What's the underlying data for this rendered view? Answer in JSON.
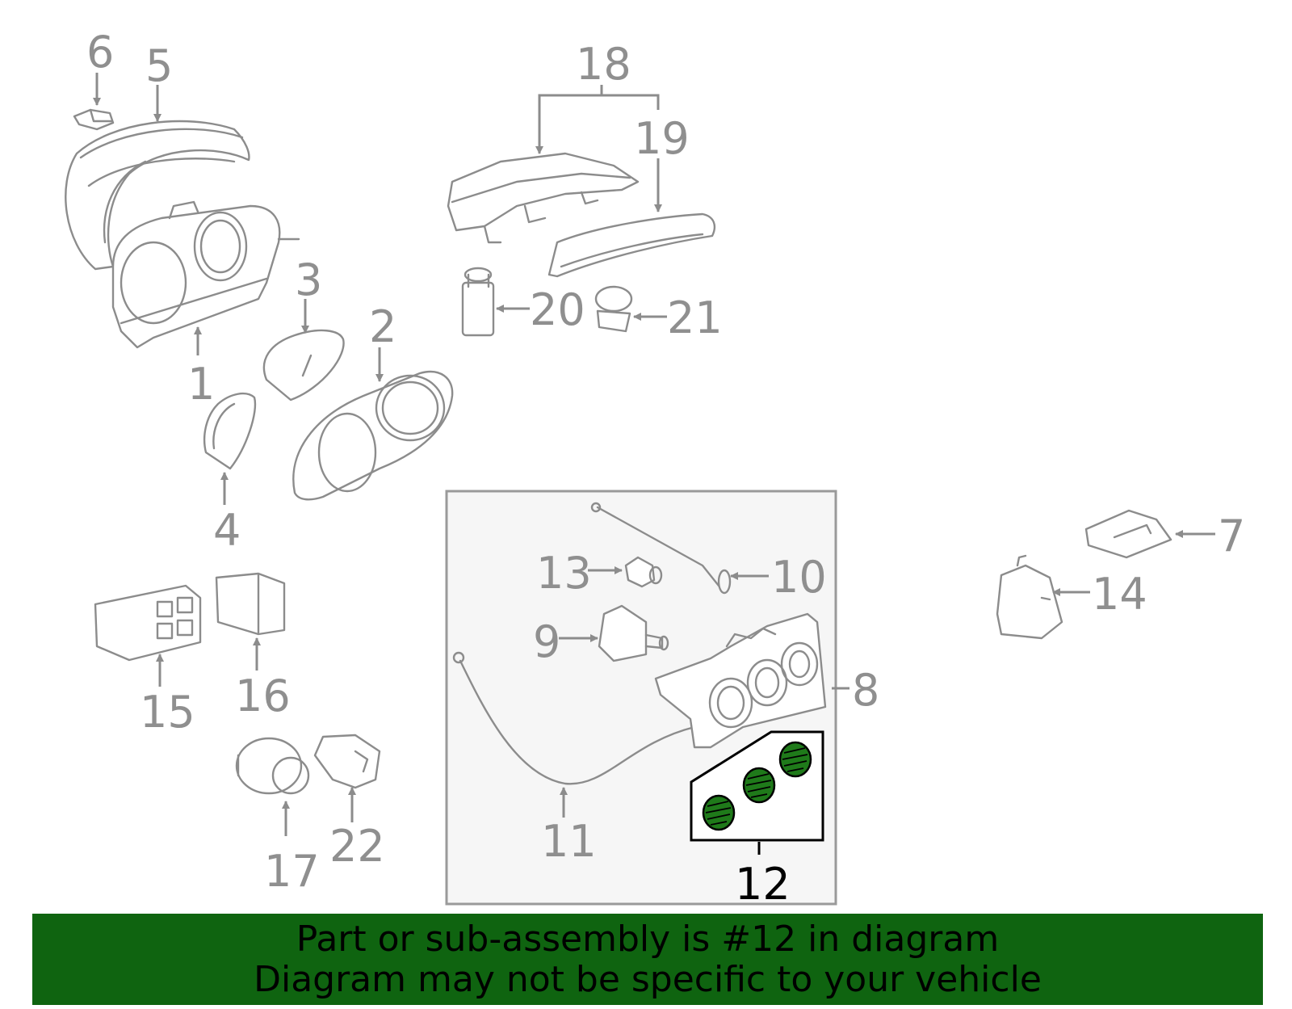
{
  "callouts": {
    "c1": "1",
    "c2": "2",
    "c3": "3",
    "c4": "4",
    "c5": "5",
    "c6": "6",
    "c7": "7",
    "c8": "8",
    "c9": "9",
    "c10": "10",
    "c11": "11",
    "c12": "12",
    "c13": "13",
    "c14": "14",
    "c15": "15",
    "c16": "16",
    "c17": "17",
    "c18": "18",
    "c19": "19",
    "c20": "20",
    "c21": "21",
    "c22": "22"
  },
  "highlight": {
    "part_number": "12",
    "knob_color": "#1f7a1a"
  },
  "banner": {
    "line1": "Part or sub-assembly is #12 in diagram",
    "line2": "Diagram may not be specific to your vehicle",
    "background": "#0f6410"
  }
}
